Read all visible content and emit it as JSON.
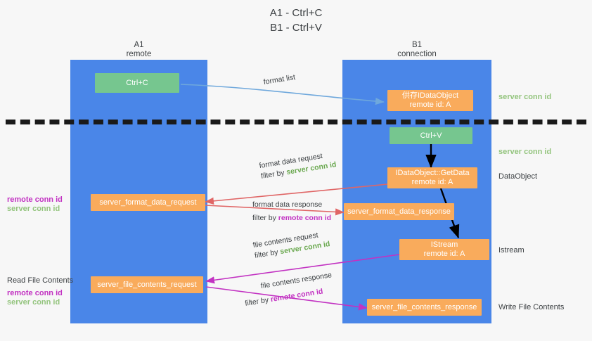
{
  "title": "A1 - Ctrl+C\nB1 - Ctrl+V",
  "columns": [
    {
      "name": "A1",
      "sub": "remote"
    },
    {
      "name": "B1",
      "sub": "connection"
    }
  ],
  "nodes": {
    "ctrl_c": {
      "label": "Ctrl+C"
    },
    "idataobject": {
      "label": "供存IDataObject",
      "sub": "remote id: A"
    },
    "ctrl_v": {
      "label": "Ctrl+V"
    },
    "getdata": {
      "label": "IDataObject::GetData",
      "sub": "remote id: A"
    },
    "istream": {
      "label": "IStream",
      "sub": "remote id: A"
    },
    "server_format_data_request": {
      "label": "server_format_data_request"
    },
    "server_format_data_response": {
      "label": "server_format_data_response"
    },
    "server_file_contents_request": {
      "label": "server_file_contents_request"
    },
    "server_file_contents_response": {
      "label": "server_file_contents_response"
    }
  },
  "edges": {
    "format_list": {
      "line1": "format list"
    },
    "format_data_request": {
      "line1": "format data request",
      "filter_prefix": "filter by ",
      "filter_value": "server conn id"
    },
    "format_data_response": {
      "line1": "format data response",
      "filter_prefix": "filter by ",
      "filter_value": "remote conn id"
    },
    "file_contents_request": {
      "line1": "file contents request",
      "filter_prefix": "filter by ",
      "filter_value": "server conn id"
    },
    "file_contents_response": {
      "line1": "file contents response",
      "filter_prefix": "filter by ",
      "filter_value": "remote conn id"
    }
  },
  "annotations": {
    "right_server_conn_id_top": "server conn id",
    "right_server_conn_id_mid": "server conn id",
    "right_dataobject": "DataObject",
    "right_istream": "Istream",
    "right_write_file_contents": "Write File Contents",
    "left_remote_conn_id_1": "remote conn id",
    "left_server_conn_id_1": "server conn id",
    "left_read_file_contents": "Read File Contents",
    "left_remote_conn_id_2": "remote conn id",
    "left_server_conn_id_2": "server conn id"
  },
  "colors": {
    "lane": "#4a86e8",
    "green_node": "#76c68f",
    "orange_node": "#f9ab5c",
    "server_conn_id": "#6aa84f",
    "remote_conn_id": "#c232c2",
    "arrow_blue": "#6fa8dc",
    "arrow_red": "#e06666",
    "arrow_magenta": "#c232c2",
    "arrow_black": "#000000",
    "background": "#f7f7f7"
  }
}
